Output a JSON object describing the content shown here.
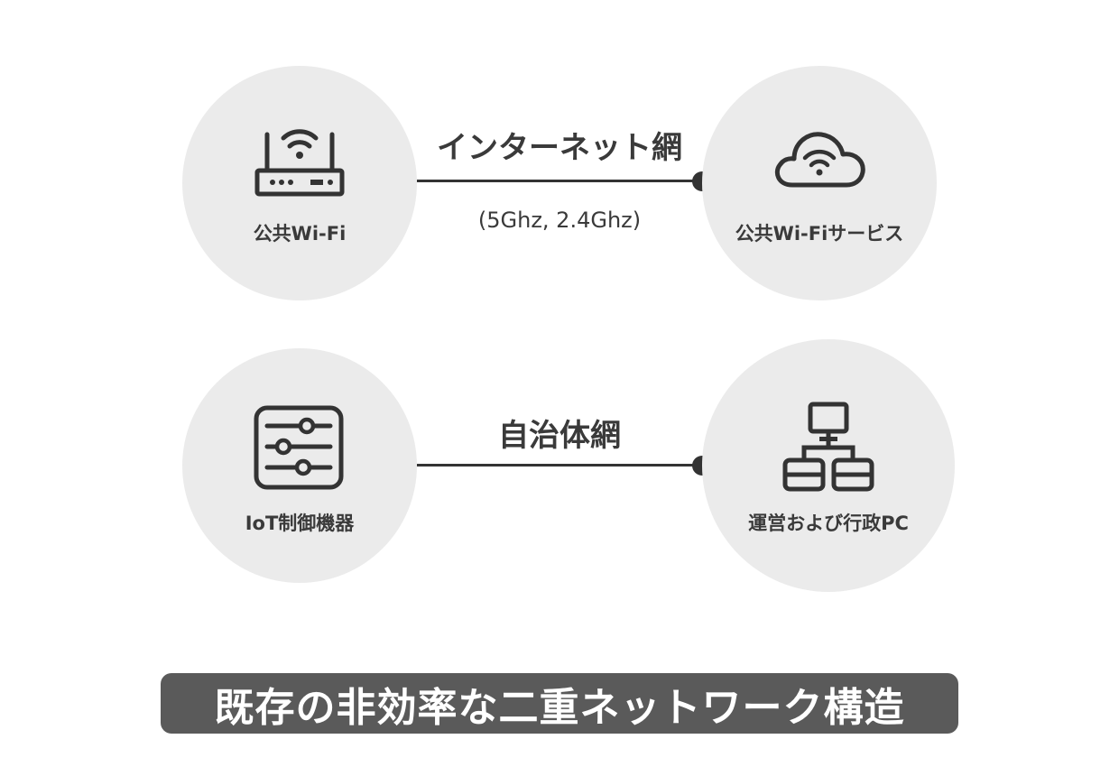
{
  "top_row": {
    "left_node": {
      "label": "公共Wi-Fi",
      "icon": "wifi-router-icon"
    },
    "link": {
      "title": "インターネット網",
      "subtitle": "(5Ghz, 2.4Ghz)"
    },
    "right_node": {
      "label": "公共Wi-Fiサービス",
      "icon": "wifi-cloud-icon"
    }
  },
  "bottom_row": {
    "left_node": {
      "label": "IoT制御機器",
      "icon": "control-sliders-icon"
    },
    "link": {
      "title": "自治体網"
    },
    "right_node": {
      "label": "運営および行政PC",
      "icon": "network-computers-icon"
    }
  },
  "banner": {
    "text": "既存の非効率な二重ネットワーク構造"
  },
  "colors": {
    "node_fill": "#ebebeb",
    "stroke": "#333333",
    "banner_fill": "#5a5a5a",
    "banner_text": "#ffffff"
  }
}
